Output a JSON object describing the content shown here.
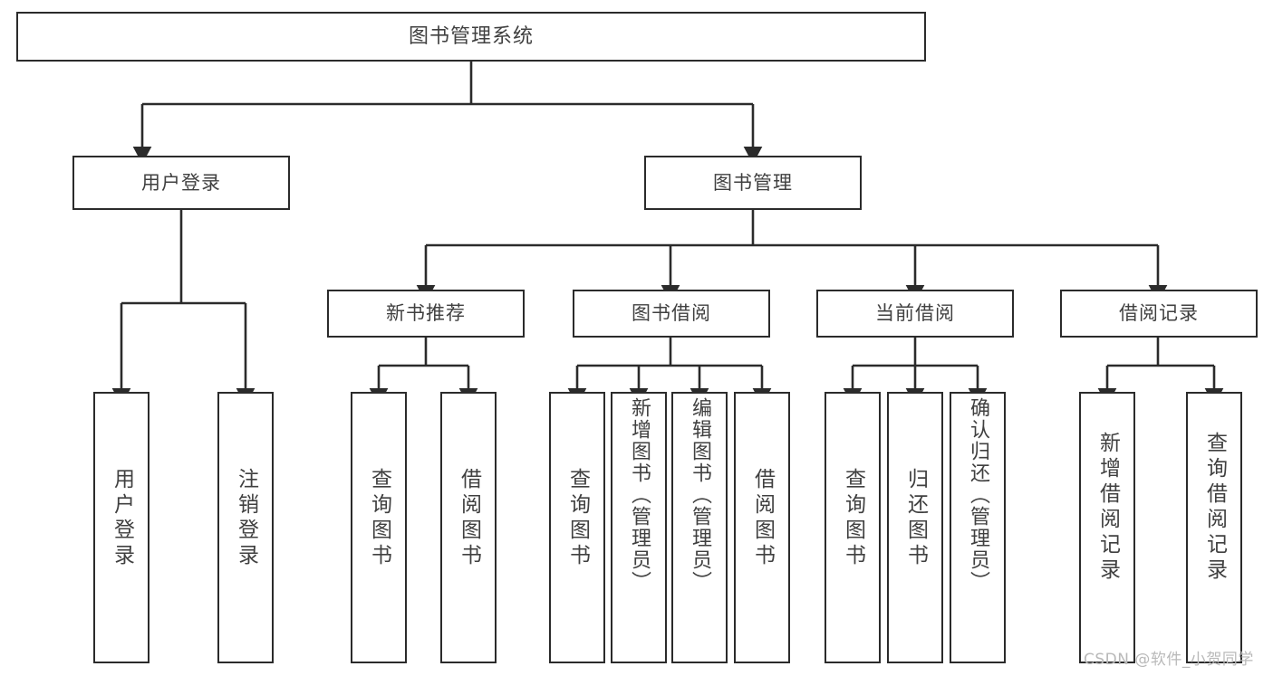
{
  "diagram": {
    "title": "图书管理系统",
    "type": "tree-hierarchy-diagram",
    "colors": {
      "box_border": "#2b2b2b",
      "box_fill": "#ffffff",
      "connector": "#2b2b2b",
      "text": "#404040",
      "watermark": "#b9b9b9",
      "background": "#ffffff"
    },
    "watermark": "CSDN @软件_小贺同学"
  },
  "nodes": {
    "root": {
      "label": "图书管理系统"
    },
    "level2": [
      {
        "label": "用户登录"
      },
      {
        "label": "图书管理"
      }
    ],
    "level3": [
      {
        "label": "新书推荐"
      },
      {
        "label": "图书借阅"
      },
      {
        "label": "当前借阅"
      },
      {
        "label": "借阅记录"
      }
    ],
    "leaves": {
      "user_login": [
        {
          "label": "用户登录"
        },
        {
          "label": "注销登录"
        }
      ],
      "new_book_recommend": [
        {
          "label": "查询图书"
        },
        {
          "label": "借阅图书"
        }
      ],
      "book_borrow": [
        {
          "label": "查询图书"
        },
        {
          "label": "新增图书（管理员）"
        },
        {
          "label": "编辑图书（管理员）"
        },
        {
          "label": "借阅图书"
        }
      ],
      "current_borrow": [
        {
          "label": "查询图书"
        },
        {
          "label": "归还图书"
        },
        {
          "label": "确认归还（管理员）"
        }
      ],
      "borrow_record": [
        {
          "label": "新增借阅记录"
        },
        {
          "label": "查询借阅记录"
        }
      ]
    }
  }
}
